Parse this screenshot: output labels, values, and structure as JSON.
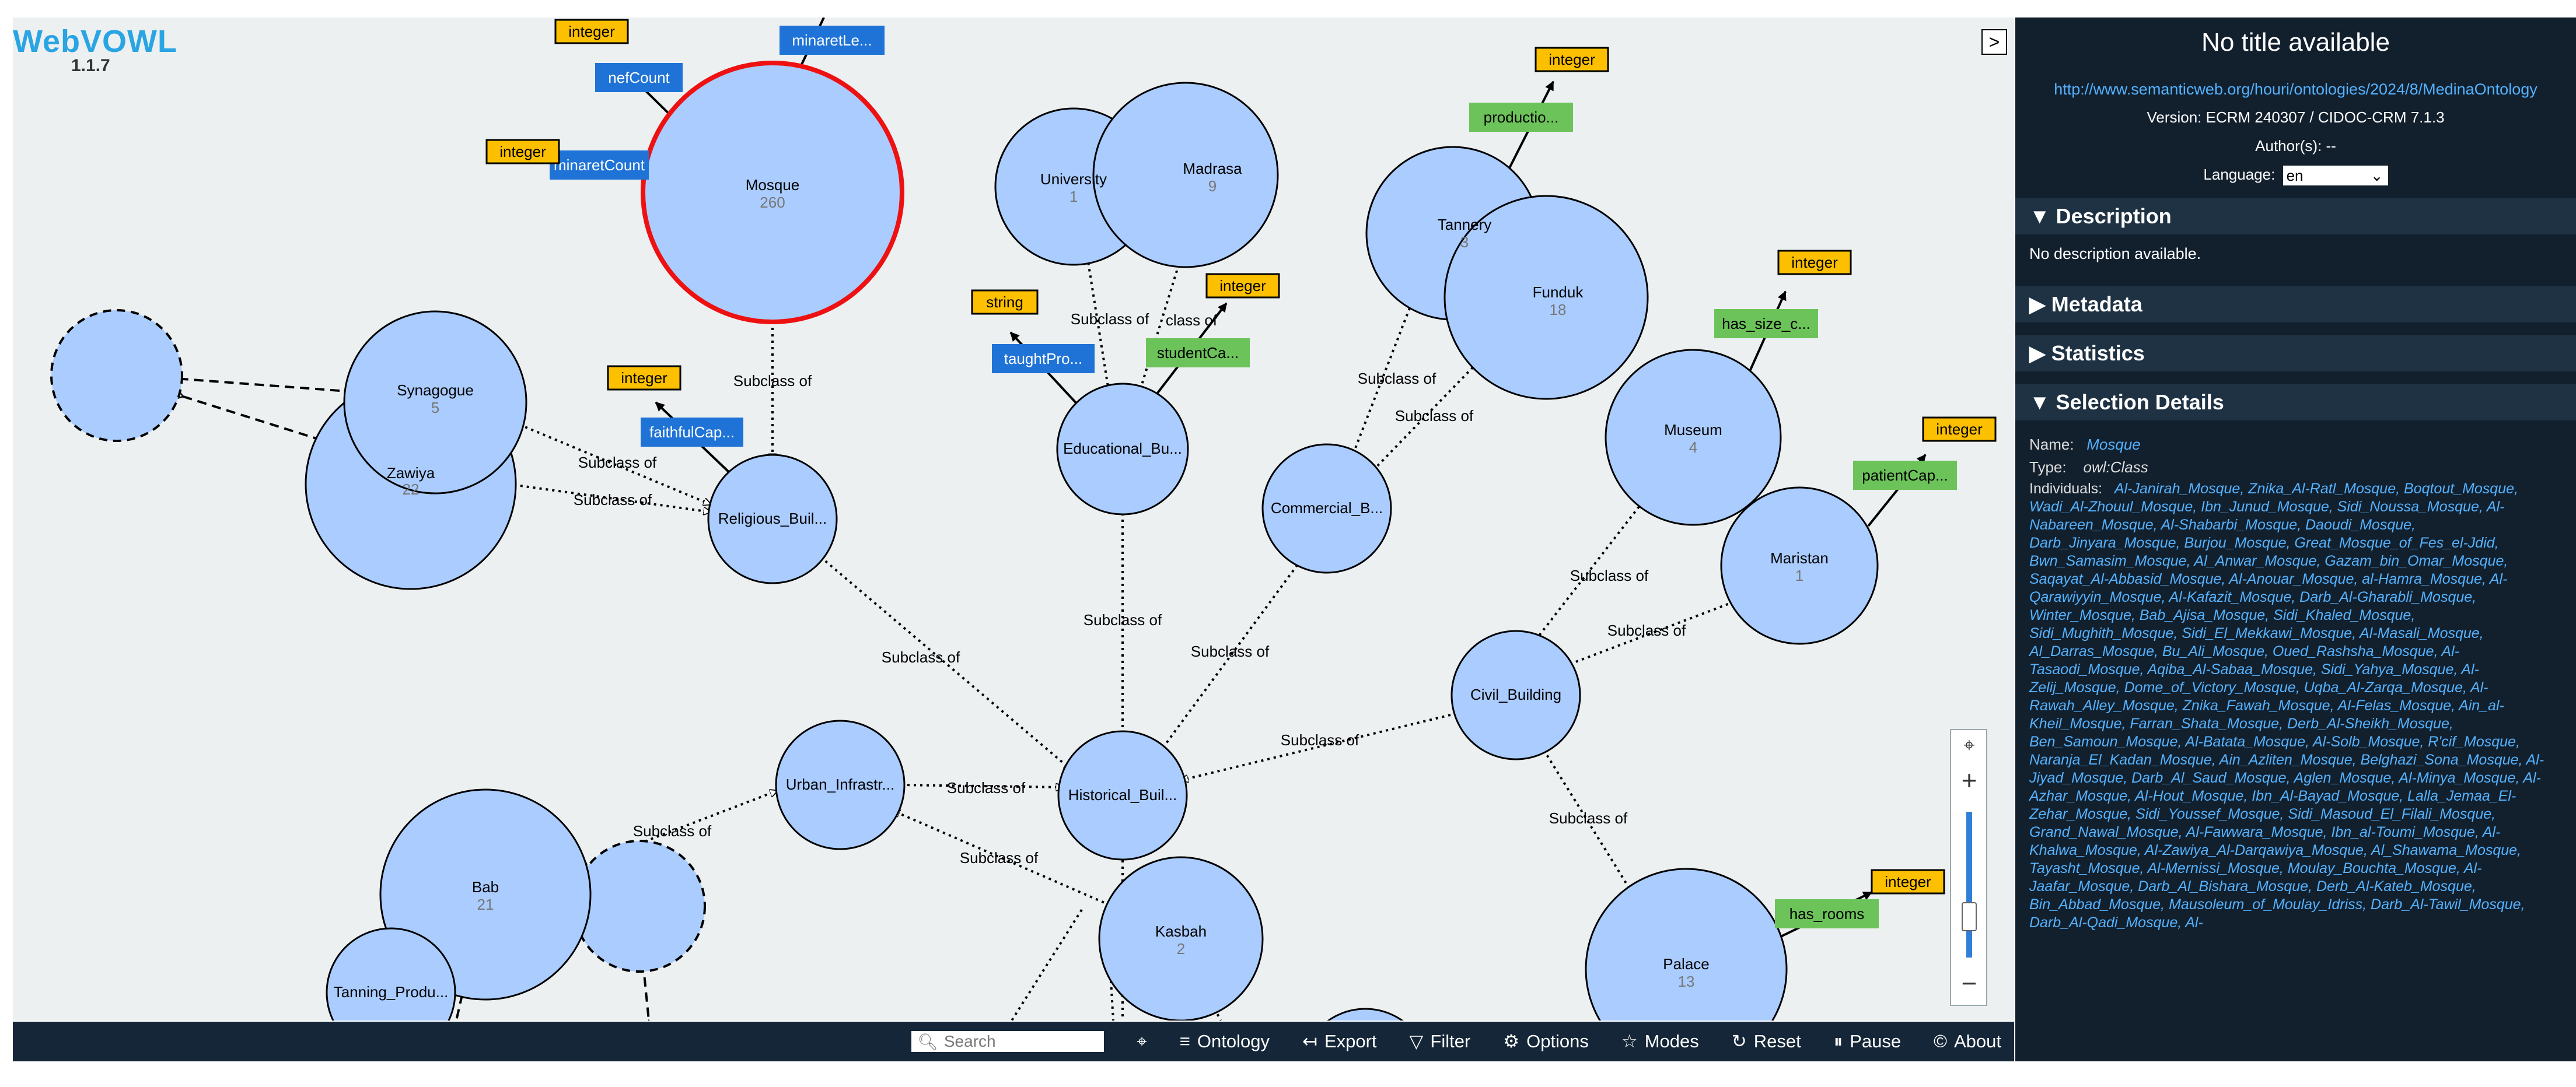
{
  "app": {
    "name": "WebVOWL",
    "version": "1.1.7"
  },
  "sidebar_toggle": ">",
  "graph": {
    "nodes": {
      "mosque": {
        "label": "Mosque",
        "count": "260"
      },
      "university": {
        "label": "University",
        "count": "1"
      },
      "madrasa": {
        "label": "Madrasa",
        "count": "9"
      },
      "tannery": {
        "label": "Tannery",
        "count": "3"
      },
      "funduk": {
        "label": "Funduk",
        "count": "18"
      },
      "synagogue": {
        "label": "Synagogue",
        "count": "5"
      },
      "zawiya": {
        "label": "Zawiya",
        "count": "22"
      },
      "religious": {
        "label": "Religious_Buil..."
      },
      "educational": {
        "label": "Educational_Bu..."
      },
      "commercial": {
        "label": "Commercial_B..."
      },
      "museum": {
        "label": "Museum",
        "count": "4"
      },
      "maristan": {
        "label": "Maristan",
        "count": "1"
      },
      "civil": {
        "label": "Civil_Building"
      },
      "historical": {
        "label": "Historical_Buil..."
      },
      "urban": {
        "label": "Urban_Infrastr..."
      },
      "kasbah": {
        "label": "Kasbah",
        "count": "2"
      },
      "bab": {
        "label": "Bab",
        "count": "21"
      },
      "tanning": {
        "label": "Tanning_Produ..."
      },
      "palace": {
        "label": "Palace",
        "count": "13"
      }
    },
    "properties": {
      "nefCount": "nefCount",
      "minaretLe": "minaretLe...",
      "minaretCount": "minaretCount",
      "faithfulCap": "faithfulCap...",
      "taughtPro": "taughtPro...",
      "studentCa": "studentCa...",
      "productio": "productio...",
      "has_size_c": "has_size_c...",
      "patientCap": "patientCap...",
      "has_rooms": "has_rooms"
    },
    "datatypes": {
      "integer": "integer",
      "string": "string"
    },
    "edge_label": "Subclass of",
    "class_of": "class of"
  },
  "toolbar": {
    "search_placeholder": "Search",
    "items": [
      "Ontology",
      "Export",
      "Filter",
      "Options",
      "Modes",
      "Reset",
      "Pause",
      "About"
    ]
  },
  "sidebar": {
    "title": "No title available",
    "iri": "http://www.semanticweb.org/houri/ontologies/2024/8/MedinaOntology",
    "version": "Version: ECRM 240307 / CIDOC-CRM 7.1.3",
    "authors": "Author(s): --",
    "language_label": "Language:",
    "language_value": "en",
    "description_header": "Description",
    "description_text": "No description available.",
    "metadata_header": "Metadata",
    "statistics_header": "Statistics",
    "selection_header": "Selection Details",
    "name_label": "Name:",
    "name_value": "Mosque",
    "type_label": "Type:",
    "type_value": "owl:Class",
    "individuals_label": "Individuals:",
    "individuals": "Al-Janirah_Mosque, Znika_Al-Ratl_Mosque, Boqtout_Mosque, Wadi_Al-Zhouul_Mosque, Ibn_Junud_Mosque, Sidi_Noussa_Mosque, Al-Nabareen_Mosque, Al-Shabarbi_Mosque, Daoudi_Mosque, Darb_Jinyara_Mosque, Burjou_Mosque, Great_Mosque_of_Fes_el-Jdid, Bwn_Samasim_Mosque, Al_Anwar_Mosque, Gazam_bin_Omar_Mosque, Saqayat_Al-Abbasid_Mosque, Al-Anouar_Mosque, al-Hamra_Mosque, Al-Qarawiyyin_Mosque, Al-Kafazit_Mosque, Darb_Al-Gharabli_Mosque, Winter_Mosque, Bab_Ajisa_Mosque, Sidi_Khaled_Mosque, Sidi_Mughith_Mosque, Sidi_El_Mekkawi_Mosque, Al-Masali_Mosque, Al_Darras_Mosque, Bu_Ali_Mosque, Oued_Rashsha_Mosque, Al-Tasaodi_Mosque, Aqiba_Al-Sabaa_Mosque, Sidi_Yahya_Mosque, Al-Zelij_Mosque, Dome_of_Victory_Mosque, Uqba_Al-Zarqa_Mosque, Al-Rawah_Alley_Mosque, Znika_Fawah_Mosque, Al-Felas_Mosque, Ain_al-Kheil_Mosque, Farran_Shata_Mosque, Derb_Al-Sheikh_Mosque, Ben_Samoun_Mosque, Al-Batata_Mosque, Al-Solb_Mosque, R'cif_Mosque, Naranja_El_Kadan_Mosque, Ain_Azliten_Mosque, Belghazi_Sona_Mosque, Al-Jiyad_Mosque, Darb_Al_Saud_Mosque, Aglen_Mosque, Al-Minya_Mosque, Al-Azhar_Mosque, Al-Hout_Mosque, Ibn_Al-Bayad_Mosque, Lalla_Jemaa_El-Zehar_Mosque, Sidi_Youssef_Mosque, Sidi_Masoud_El_Filali_Mosque, Grand_Nawal_Mosque, Al-Fawwara_Mosque, Ibn_al-Toumi_Mosque, Al-Khalwa_Mosque, Al-Zawiya_Al-Darqawiya_Mosque, Al_Shawama_Mosque, Tayasht_Mosque, Al-Mernissi_Mosque, Moulay_Bouchta_Mosque, Al-Jaafar_Mosque, Darb_Al_Bishara_Mosque, Derb_Al-Kateb_Mosque, Bin_Abbad_Mosque, Mausoleum_of_Moulay_Idriss, Darb_Al-Tawil_Mosque, Darb_Al-Qadi_Mosque, Al-"
  }
}
